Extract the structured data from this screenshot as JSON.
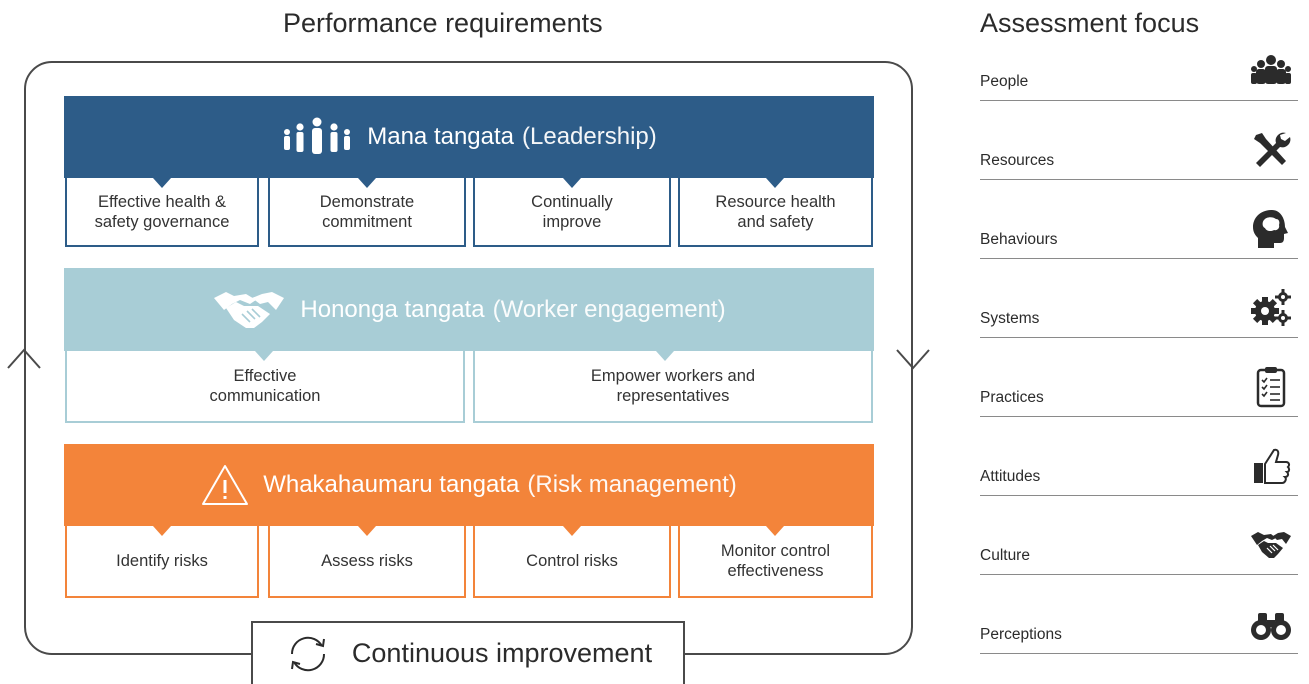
{
  "performance_title": "Performance requirements",
  "assessment_title": "Assessment focus",
  "sections": [
    {
      "name": "Mana tangata",
      "paren": "(Leadership)",
      "color": "#2d5c88",
      "icon": "people-group-icon",
      "items": [
        "Effective health & safety governance",
        "Demonstrate commitment",
        "Continually improve",
        "Resource health and safety"
      ]
    },
    {
      "name": "Hononga tangata",
      "paren": "(Worker engagement)",
      "color": "#a8cdd6",
      "icon": "handshake-icon",
      "items": [
        "Effective communication",
        "Empower workers and representatives"
      ]
    },
    {
      "name": "Whakahaumaru tangata",
      "paren": "(Risk management)",
      "color": "#f3843a",
      "icon": "warning-triangle-icon",
      "items": [
        "Identify risks",
        "Assess risks",
        "Control risks",
        "Monitor control effectiveness"
      ]
    }
  ],
  "continuous_improvement": "Continuous improvement",
  "assessment_focus": [
    {
      "label": "People",
      "icon": "people-icon"
    },
    {
      "label": "Resources",
      "icon": "tools-icon"
    },
    {
      "label": "Behaviours",
      "icon": "head-brain-icon"
    },
    {
      "label": "Systems",
      "icon": "gears-icon"
    },
    {
      "label": "Practices",
      "icon": "clipboard-checklist-icon"
    },
    {
      "label": "Attitudes",
      "icon": "thumbs-up-icon"
    },
    {
      "label": "Culture",
      "icon": "handshake-icon"
    },
    {
      "label": "Perceptions",
      "icon": "binoculars-icon"
    }
  ]
}
